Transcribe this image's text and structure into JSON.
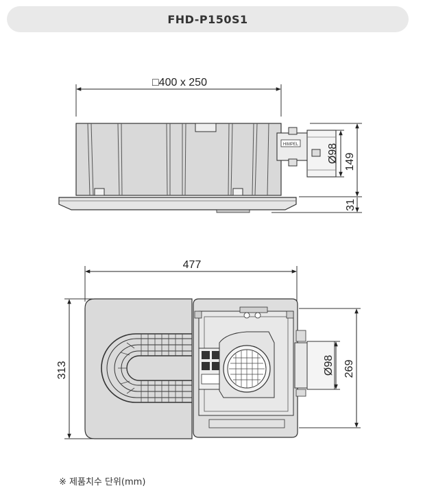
{
  "title": "FHD-P150S1",
  "side_view": {
    "top_dim": "□400 x 250",
    "duct_dim": "Ø98",
    "height_dim": "149",
    "flange_dim": "31",
    "badge": "HIMPEL"
  },
  "top_view": {
    "width_dim": "477",
    "depth_dim": "313",
    "duct_dim": "Ø98",
    "inner_dim": "269"
  },
  "footnote": "※ 제품치수 단위(mm)"
}
